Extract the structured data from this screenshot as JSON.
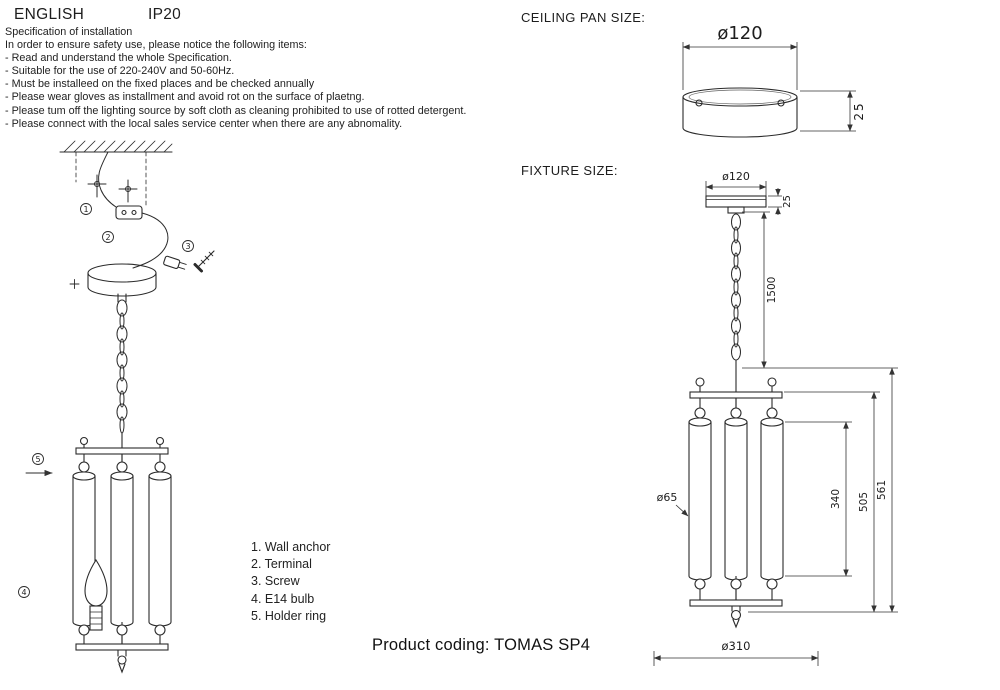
{
  "header": {
    "language": "ENGLISH",
    "ip_rating": "IP20"
  },
  "spec": {
    "title": "Specification of installation",
    "intro": "In order to ensure safety use, please notice the following items:",
    "items": [
      "- Read and understand the whole Specification.",
      "- Suitable for the use of 220-240V and 50-60Hz.",
      "- Must be installeed on the fixed places and be checked annually",
      "- Please wear gloves as installment and avoid rot on the surface of plaetng.",
      "- Please tum off the lighting source by soft cloth as cleaning prohibited to use of rotted detergent.",
      "- Please connect with the local sales service center when there are any abnomality."
    ]
  },
  "parts_list": {
    "items": [
      "1. Wall anchor",
      "2. Terminal",
      "3. Screw",
      "4. E14 bulb",
      "5. Holder ring"
    ]
  },
  "diagram_callouts": [
    "1",
    "2",
    "3",
    "4",
    "5"
  ],
  "ceiling_pan": {
    "section_label": "CEILING PAN  SIZE:",
    "diameter": "ø120",
    "height": "25"
  },
  "fixture": {
    "section_label": "FIXTURE SIZE:",
    "canopy_diameter": "ø120",
    "canopy_height": "25",
    "chain_length": "1500",
    "shade_diameter": "ø65",
    "shade_height": "340",
    "body_height": "505",
    "total_height": "561",
    "bottom_diameter": "ø310"
  },
  "footer": {
    "product_coding": "Product coding: TOMAS SP4"
  },
  "colors": {
    "line": "#2b2b2b",
    "dim_line": "#333333"
  }
}
